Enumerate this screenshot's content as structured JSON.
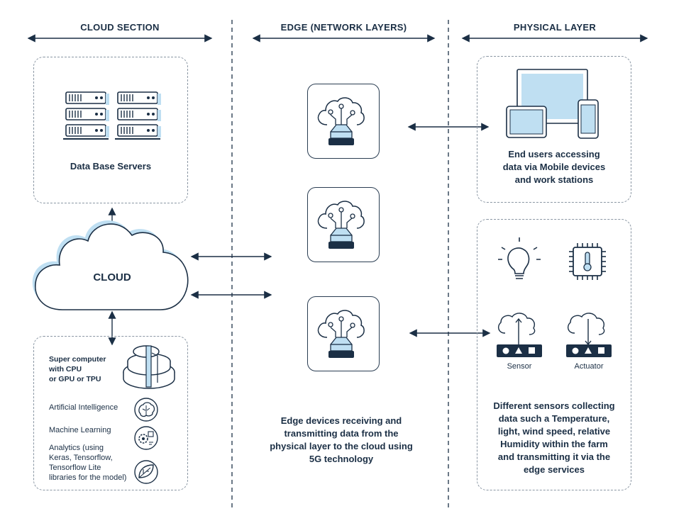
{
  "colors": {
    "primary": "#1b2f45",
    "accent_light": "#bfdff2",
    "dashed": "#8a96a3"
  },
  "headers": {
    "cloud": "CLOUD SECTION",
    "edge": "EDGE (NETWORK LAYERS)",
    "physical": "PHYSICAL LAYER"
  },
  "cloud": {
    "servers_label": "Data Base Servers",
    "cloud_label": "CLOUD",
    "supercomputer_label": [
      "Super computer",
      "with CPU",
      "or GPU or TPU"
    ],
    "capabilities": [
      {
        "label": "Artificial Intelligence",
        "icon": "brain-icon"
      },
      {
        "label": "Machine Learning",
        "icon": "gear-chip-icon"
      },
      {
        "label": [
          "Analytics (using",
          "Keras, Tensorflow,",
          "Tensorflow Lite",
          "libraries for the model)"
        ],
        "icon": "analytics-icon"
      }
    ]
  },
  "edge": {
    "description": [
      "Edge devices receiving and",
      "transmitting data from the",
      "physical layer to the cloud using",
      "5G technology"
    ],
    "device_icon": "cloud-network-icon"
  },
  "physical": {
    "end_users_label": [
      "End users accessing",
      "data via Mobile devices",
      "and work stations"
    ],
    "sensor_label": "Sensor",
    "actuator_label": "Actuator",
    "sensors_description": [
      "Different sensors collecting",
      "data such a Temperature,",
      "light, wind speed, relative",
      "Humidity within the farm",
      "and transmitting it via the",
      "edge services"
    ]
  }
}
